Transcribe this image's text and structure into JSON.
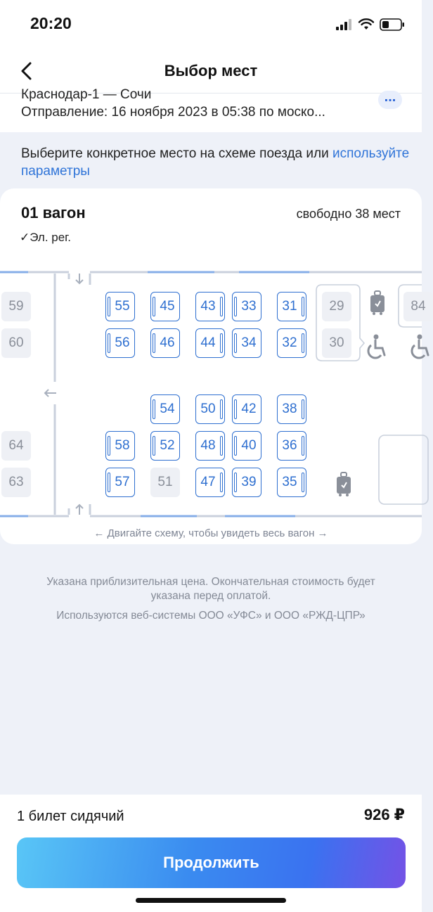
{
  "status_bar": {
    "time": "20:20"
  },
  "nav": {
    "title": "Выбор мест"
  },
  "route": {
    "name": "Краснодар-1 — Сочи",
    "departure": "Отправление: 16 ноября 2023 в 05:38  по моско...",
    "more_label": "..."
  },
  "hint": {
    "text": "Выберите конкретное место на схеме поезда или ",
    "link": "используйте параметры"
  },
  "car": {
    "title": "01 вагон",
    "free": "свободно 38 мест",
    "reg": "✓Эл. рег."
  },
  "seats": [
    {
      "n": "59",
      "state": "occupied"
    },
    {
      "n": "60",
      "state": "occupied"
    },
    {
      "n": "64",
      "state": "occupied"
    },
    {
      "n": "63",
      "state": "occupied"
    },
    {
      "n": "55",
      "state": "free"
    },
    {
      "n": "56",
      "state": "free"
    },
    {
      "n": "58",
      "state": "free"
    },
    {
      "n": "57",
      "state": "free"
    },
    {
      "n": "45",
      "state": "free"
    },
    {
      "n": "46",
      "state": "free"
    },
    {
      "n": "54",
      "state": "free"
    },
    {
      "n": "52",
      "state": "free"
    },
    {
      "n": "51",
      "state": "occupied"
    },
    {
      "n": "43",
      "state": "free"
    },
    {
      "n": "44",
      "state": "free"
    },
    {
      "n": "50",
      "state": "free"
    },
    {
      "n": "48",
      "state": "free"
    },
    {
      "n": "47",
      "state": "free"
    },
    {
      "n": "33",
      "state": "free"
    },
    {
      "n": "34",
      "state": "free"
    },
    {
      "n": "42",
      "state": "free"
    },
    {
      "n": "40",
      "state": "free"
    },
    {
      "n": "39",
      "state": "free"
    },
    {
      "n": "31",
      "state": "free"
    },
    {
      "n": "32",
      "state": "free"
    },
    {
      "n": "38",
      "state": "free"
    },
    {
      "n": "36",
      "state": "free"
    },
    {
      "n": "35",
      "state": "free"
    },
    {
      "n": "29",
      "state": "occupied"
    },
    {
      "n": "30",
      "state": "occupied"
    },
    {
      "n": "84",
      "state": "occupied"
    }
  ],
  "swipe_hint": "← Двигайте схему, чтобы увидеть весь вагон →",
  "notes": [
    "Указана приблизительная цена. Окончательная стоимость будет указана перед оплатой.",
    "Используются веб-системы ООО «УФС» и ООО «РЖД-ЦПР»"
  ],
  "summary": {
    "ticket": "1 билет сидячий",
    "price": "926 ₽"
  },
  "cta": {
    "label": "Продолжить"
  },
  "colors": {
    "accent": "#2e6fd0",
    "link": "#2f74d8",
    "occupied_bg": "#eef0f5"
  },
  "icons": [
    "back-chevron-icon",
    "luggage-icon",
    "wheelchair-icon",
    "signal-icon",
    "wifi-icon",
    "battery-icon"
  ]
}
